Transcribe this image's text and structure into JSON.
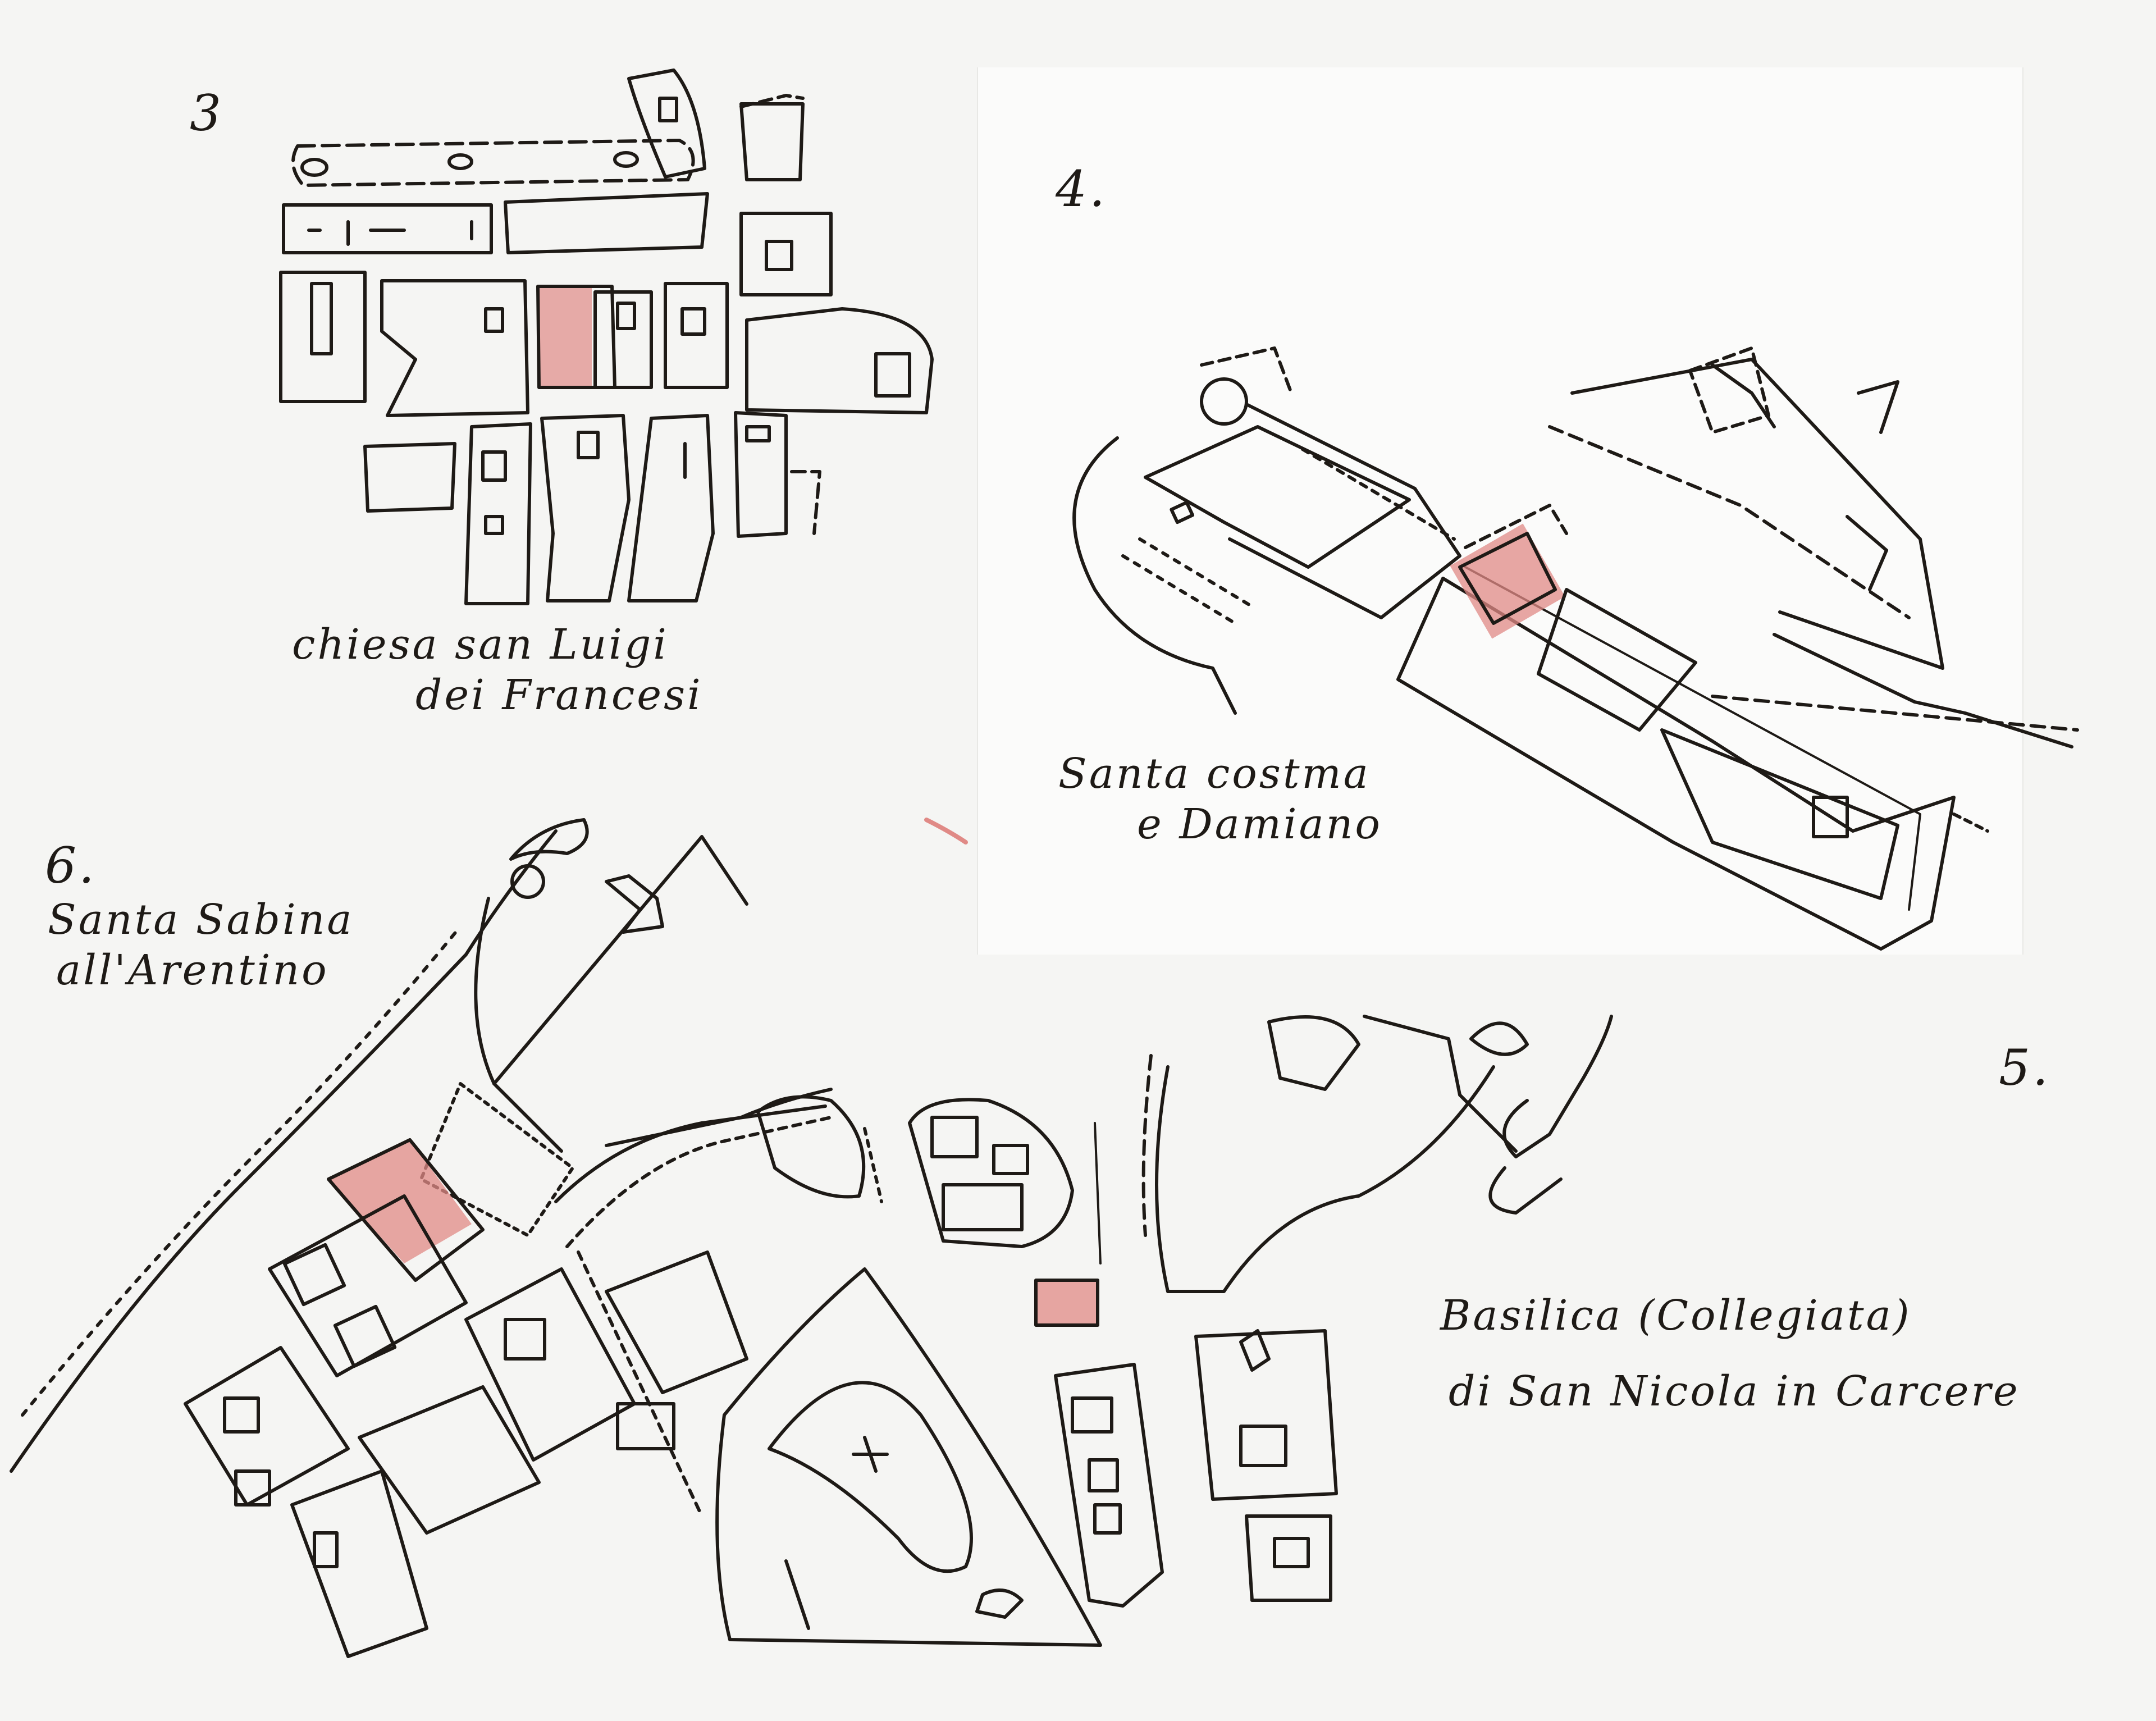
{
  "sketches": [
    {
      "number": "3",
      "caption_lines": [
        "chiesa san Luigi",
        "dei Francesi"
      ]
    },
    {
      "number": "4.",
      "caption_lines": [
        "Santa costma",
        "e Damiano"
      ]
    },
    {
      "number": "5.",
      "caption_lines": [
        "Basilica (Collegiata)",
        "di San Nicola in Carcere"
      ]
    },
    {
      "number": "6.",
      "caption_lines": [
        "Santa Sabina",
        "all'Arentino"
      ]
    }
  ],
  "colors": {
    "paper": "#f5f5f3",
    "ink": "#1e1a16",
    "highlight": "#e08a86"
  }
}
